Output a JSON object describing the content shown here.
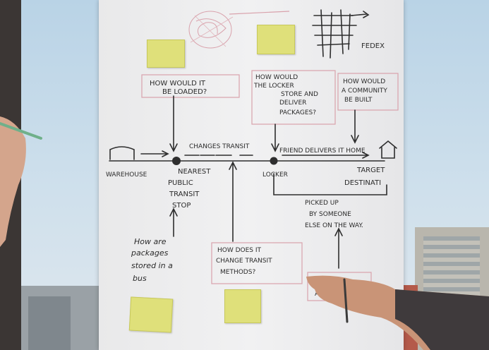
{
  "colors": {
    "paper": "#efeff0",
    "sticky_note": "#dfe07a",
    "marker_ink": "#2e2e2e",
    "pink_marker": "#d9a2ac",
    "sky": "#c4daea"
  },
  "board": {
    "top_label": "FEDEX",
    "questions": {
      "loaded": [
        "HOW WOULD IT",
        "BE LOADED?"
      ],
      "locker": [
        "HOW WOULD",
        "THE LOCKER",
        "STORE AND",
        "DELIVER",
        "PACKAGES?"
      ],
      "community": [
        "HOW WOULD",
        "A COMMUNITY",
        "BE BUILT"
      ],
      "transit_change": [
        "HOW DOES IT",
        "CHANGE TRANSIT",
        "METHODS?"
      ],
      "stored": [
        "How are",
        "packages",
        "stored in a",
        "bus"
      ],
      "partial": "AL"
    },
    "timeline": {
      "changes_transit": "CHANGES TRANSIT",
      "friend_delivers": "FRIEND DELIVERS IT HOME",
      "warehouse": "WAREHOUSE",
      "nearest_stop": [
        "NEAREST",
        "PUBLIC",
        "TRANSIT",
        "STOP"
      ],
      "locker": "LOCKER",
      "target_destination": [
        "TARGET",
        "DESTINATI"
      ],
      "picked_up": [
        "PICKED UP",
        "BY SOMEONE",
        "ELSE ON THE WAY."
      ]
    }
  }
}
